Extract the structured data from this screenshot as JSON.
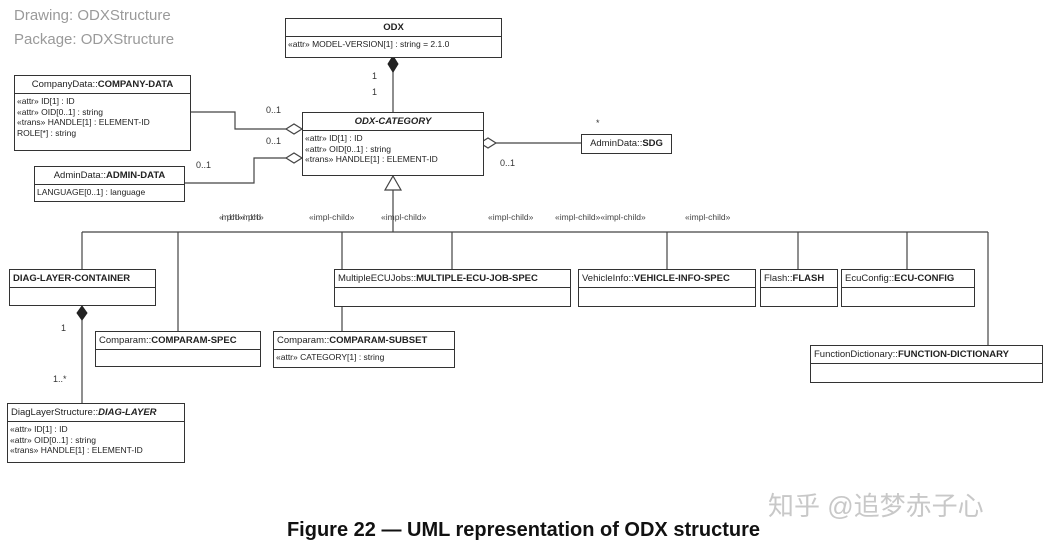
{
  "header": {
    "drawing": "Drawing: ODXStructure",
    "package": "Package: ODXStructure"
  },
  "classes": {
    "odx": {
      "name": "ODX",
      "attrs": [
        "«attr» MODEL-VERSION[1] : string = 2.1.0"
      ]
    },
    "company_data": {
      "prefix": "CompanyData::",
      "name": "COMPANY-DATA",
      "attrs": [
        "«attr» ID[1] : ID",
        "«attr» OID[0..1] : string",
        "«trans» HANDLE[1] : ELEMENT-ID",
        "ROLE[*] : string"
      ]
    },
    "admin_data": {
      "prefix": "AdminData::",
      "name": "ADMIN-DATA",
      "attrs": [
        "LANGUAGE[0..1] : language"
      ]
    },
    "odx_category": {
      "name": "ODX-CATEGORY",
      "attrs": [
        "«attr» ID[1] : ID",
        "«attr» OID[0..1] : string",
        "«trans» HANDLE[1] : ELEMENT-ID"
      ]
    },
    "sdg": {
      "prefix": "AdminData::",
      "name": "SDG"
    },
    "diag_layer_container": {
      "name": "DIAG-LAYER-CONTAINER"
    },
    "multiple_ecu_job_spec": {
      "prefix": "MultipleECUJobs::",
      "name": "MULTIPLE-ECU-JOB-SPEC"
    },
    "vehicle_info_spec": {
      "prefix": "VehicleInfo::",
      "name": "VEHICLE-INFO-SPEC"
    },
    "flash": {
      "prefix": "Flash::",
      "name": "FLASH"
    },
    "ecu_config": {
      "prefix": "EcuConfig::",
      "name": "ECU-CONFIG"
    },
    "comparam_spec": {
      "prefix": "Comparam::",
      "name": "COMPARAM-SPEC"
    },
    "comparam_subset": {
      "prefix": "Comparam::",
      "name": "COMPARAM-SUBSET",
      "attrs": [
        "«attr» CATEGORY[1] : string"
      ]
    },
    "function_dictionary": {
      "prefix": "FunctionDictionary::",
      "name": "FUNCTION-DICTIONARY"
    },
    "diag_layer": {
      "prefix": "DiagLayerStructure::",
      "name": "DIAG-LAYER",
      "attrs": [
        "«attr» ID[1] : ID",
        "«attr» OID[0..1] : string",
        "«trans» HANDLE[1] : ELEMENT-ID"
      ]
    }
  },
  "multiplicities": {
    "odx_top": "1",
    "odx_bottom": "1",
    "company_end": "0..1",
    "company_near": "0..1",
    "admin_end": "0..1",
    "sdg_star": "*",
    "sdg_near": "0..1",
    "dlc_one": "1",
    "dl_many": "1..*"
  },
  "stereotypes": {
    "impl_child": "«impl-child»",
    "overlap": "«impl-child»«impl-child»",
    "pair": "«impl-child»«impl-child»"
  },
  "caption": "Figure 22 — UML representation of ODX structure",
  "watermark": "知乎 @追梦赤子心"
}
